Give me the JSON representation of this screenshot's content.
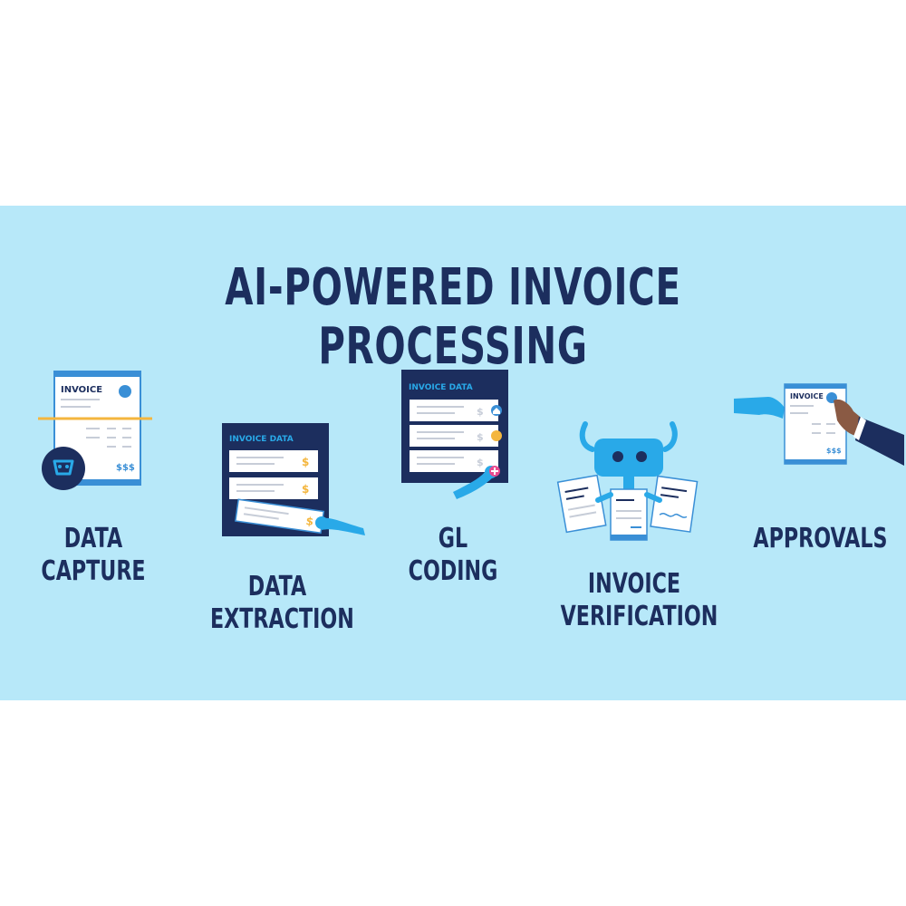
{
  "title": "AI-POWERED INVOICE PROCESSING",
  "steps": [
    {
      "line1": "DATA",
      "line2": "CAPTURE"
    },
    {
      "line1": "DATA",
      "line2": "EXTRACTION"
    },
    {
      "line1": "GL",
      "line2": "CODING"
    },
    {
      "line1": "INVOICE",
      "line2": "VERIFICATION"
    },
    {
      "line1": "APPROVALS",
      "line2": ""
    }
  ],
  "doc_labels": {
    "invoice": "INVOICE",
    "invoice_data": "INVOICE DATA",
    "amount": "$$$",
    "dollar": "$"
  },
  "colors": {
    "background": "#b7e8f9",
    "navy": "#1c2e5e",
    "blue_accent": "#3a8fd6",
    "cyan": "#29a9e8",
    "gold": "#f4b63e",
    "pink": "#e84a8f",
    "skin": "#8a5a44"
  }
}
